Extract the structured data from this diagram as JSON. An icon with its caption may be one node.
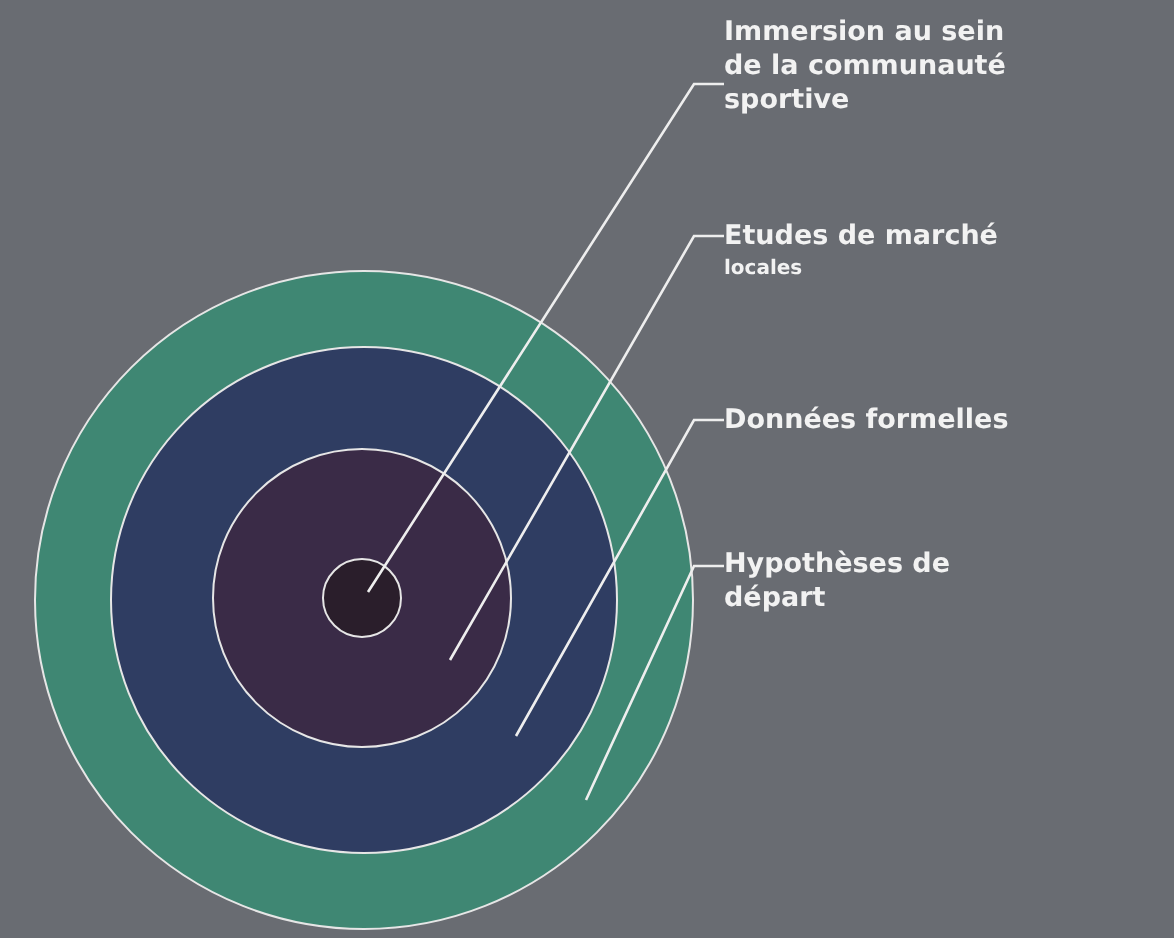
{
  "diagram": {
    "nodes": [
      {
        "text": [],
        "shape": "circle"
      },
      {
        "text": [],
        "shape": "circle",
        "in": 0
      },
      {
        "text": [],
        "shape": "circle",
        "in": 1
      },
      {
        "text": [],
        "shape": "circle",
        "in": 2
      },
      {
        "text": [
          "Immersion au sein de la communauté sportive"
        ]
      },
      {
        "text": [
          "Etudes de marché",
          "locales"
        ]
      },
      {
        "text": [
          "Données formelles"
        ]
      },
      {
        "text": [
          "Hypothèses de départ"
        ]
      }
    ],
    "edges": [
      {
        "from": 4,
        "to": 3,
        "arrow": "none"
      },
      {
        "from": 5,
        "to": 2,
        "arrow": "none"
      },
      {
        "from": 6,
        "to": 1,
        "arrow": "none"
      },
      {
        "from": 7,
        "to": 0,
        "arrow": "none"
      }
    ]
  }
}
